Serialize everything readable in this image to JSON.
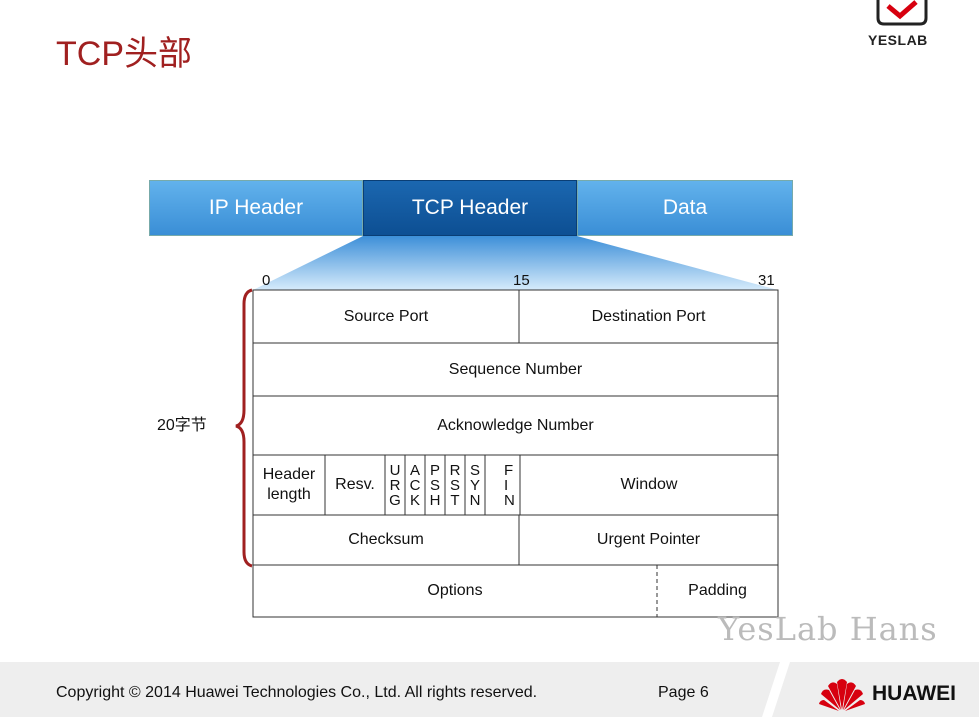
{
  "slide": {
    "title": "TCP头部",
    "brand_logo_text": "YESLAB"
  },
  "layers": {
    "ip": "IP Header",
    "tcp": "TCP  Header",
    "data": "Data"
  },
  "bit_labels": {
    "start": "0",
    "mid": "15",
    "end": "31"
  },
  "size_label": "20字节",
  "header_fields": {
    "source_port": "Source Port",
    "destination_port": "Destination Port",
    "sequence_number": "Sequence Number",
    "acknowledge_number": "Acknowledge Number",
    "header_length": "Header length",
    "reserved": "Resv.",
    "window": "Window",
    "checksum": "Checksum",
    "urgent_pointer": "Urgent Pointer",
    "options": "Options",
    "padding": "Padding"
  },
  "flags": [
    {
      "letters": [
        "U",
        "R",
        "G"
      ]
    },
    {
      "letters": [
        "A",
        "C",
        "K"
      ]
    },
    {
      "letters": [
        "P",
        "S",
        "H"
      ]
    },
    {
      "letters": [
        "R",
        "S",
        "T"
      ]
    },
    {
      "letters": [
        "S",
        "Y",
        "N"
      ]
    },
    {
      "letters": [
        "F",
        "I",
        "N"
      ]
    }
  ],
  "watermark": "YesLab Hans",
  "footer": {
    "copyright": "Copyright © 2014 Huawei Technologies Co., Ltd. All rights reserved.",
    "page": "Page 6",
    "brand": "HUAWEI"
  },
  "colors": {
    "title": "#a02020",
    "tcp_header": "#0d4f93",
    "ip_data_header": "#4a9fe0",
    "brace": "#a02020",
    "huawei_red": "#d7000f"
  }
}
